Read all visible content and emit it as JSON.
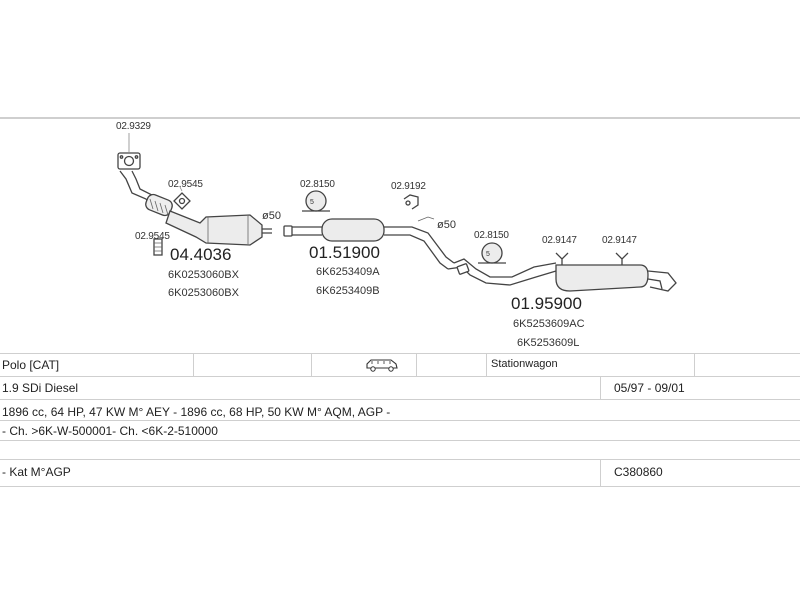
{
  "diagram": {
    "parts": [
      {
        "id": "p1",
        "number": "02.9329"
      },
      {
        "id": "p2",
        "number": "02.9545"
      },
      {
        "id": "p3",
        "number": "02.9545"
      },
      {
        "id": "p4",
        "number": "02.8150"
      },
      {
        "id": "p5",
        "number": "02.9192"
      },
      {
        "id": "p6",
        "number": "02.8150"
      },
      {
        "id": "p7",
        "number": "02.9147"
      },
      {
        "id": "p8",
        "number": "02.9147"
      }
    ],
    "main_parts": [
      {
        "number": "04.4036",
        "oem": [
          "6K0253060BX",
          "6K0253060BX"
        ]
      },
      {
        "number": "01.51900",
        "oem": [
          "6K6253409A",
          "6K6253409B"
        ]
      },
      {
        "number": "01.95900",
        "oem": [
          "6K5253609AC",
          "6K5253609L"
        ]
      }
    ],
    "diameters": [
      "ø50",
      "ø50"
    ]
  },
  "vehicle": {
    "model": "Polo  [CAT]",
    "body": "Stationwagon",
    "engine": "1.9 SDi Diesel",
    "years": "05/97 - 09/01",
    "spec1": "1896 cc, 64 HP, 47 KW M° AEY - 1896 cc, 68 HP, 50 KW M° AQM, AGP -",
    "spec2": "- Ch. >6K-W-500001- Ch. <6K-2-510000",
    "note": "- Kat M°AGP",
    "code": "C380860"
  }
}
